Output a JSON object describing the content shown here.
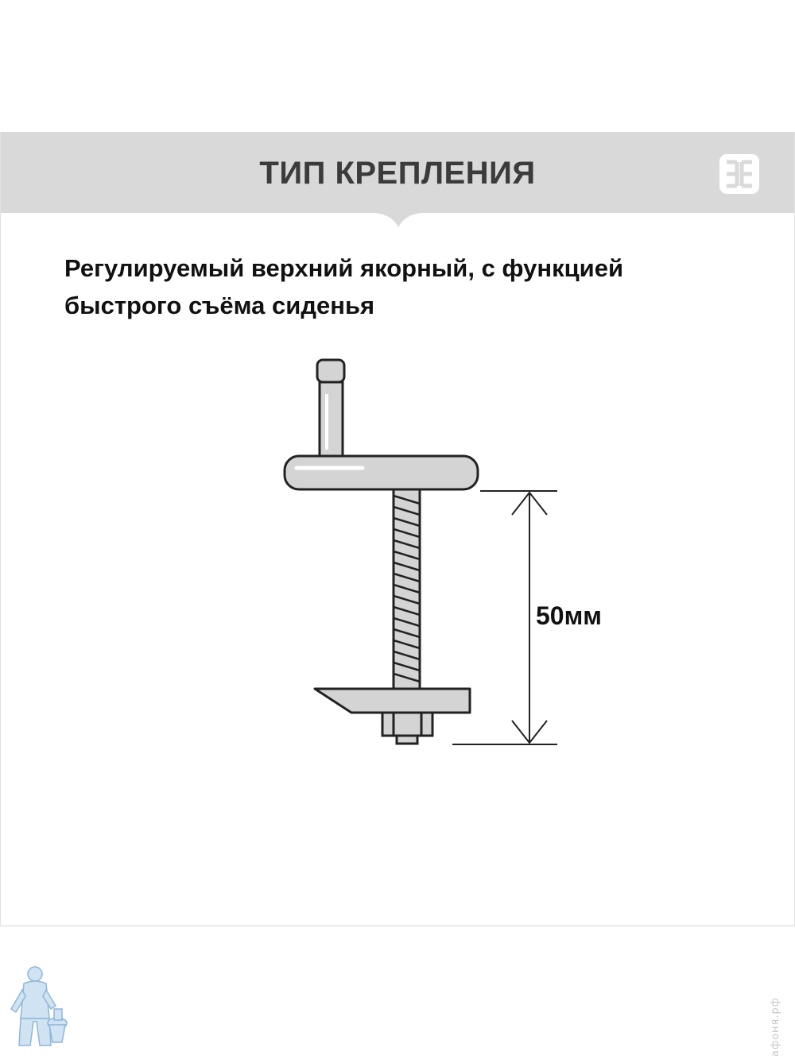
{
  "header": {
    "title": "ТИП КРЕПЛЕНИЯ",
    "logo_icon": "brand-logo-icon",
    "background_color": "#d9d9d9"
  },
  "description": {
    "text": "Регулируемый верхний якорный, с функцией быстрого съёма сиденья"
  },
  "diagram": {
    "subject": "anchor-bolt-icon",
    "dimension_label": "50мм"
  },
  "footer": {
    "mascot_icon": "plumber-mascot-icon",
    "watermark": "афоня.рф"
  }
}
